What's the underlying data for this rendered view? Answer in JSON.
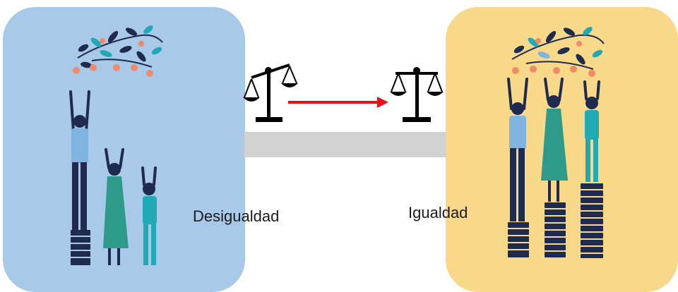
{
  "labels": {
    "left": "Desigualdad",
    "right": "Igualdad"
  },
  "colors": {
    "left_panel": "#a9c9e8",
    "right_panel": "#f8d98a",
    "bar": "#d2d2d2",
    "arrow": "#e3121b",
    "navy": "#1f2a4f",
    "light_blue": "#7fb5e0",
    "teal_green": "#2e9a8a",
    "teal": "#21a9b5",
    "coral": "#f08a6a"
  },
  "icons": {
    "left_scale": "unbalanced-scale-icon",
    "right_scale": "balanced-scale-icon",
    "arrow": "right-arrow"
  }
}
